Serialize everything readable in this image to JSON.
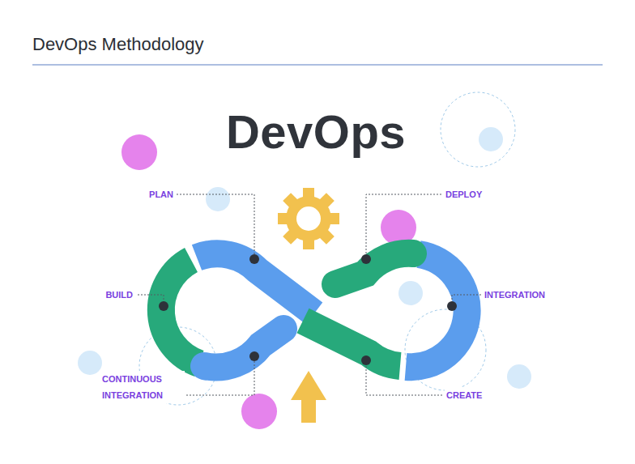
{
  "diagram": {
    "title": "DevOps Methodology",
    "labels": [
      "DevOps",
      "PLAN",
      "BUILD",
      "CONTINUOUS INTEGRATION",
      "DEPLOY",
      "INTEGRATION",
      "CREATE"
    ]
  }
}
